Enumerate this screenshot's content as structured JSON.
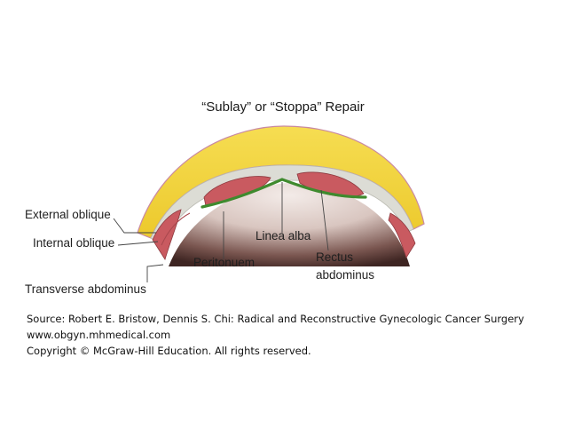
{
  "title": "“Sublay” or “Stoppa” Repair",
  "labels": {
    "external_oblique": "External oblique",
    "internal_oblique": "Internal oblique",
    "transverse_abdominus": "Transverse abdominus",
    "linea_alba": "Linea alba",
    "peritonuem": "Peritonuem",
    "rectus_line1": "Rectus",
    "rectus_line2": "abdominus"
  },
  "source": {
    "line1": "Source: Robert E. Bristow, Dennis S. Chi: Radical and Reconstructive Gynecologic Cancer Surgery",
    "line2": "www.obgyn.mhmedical.com",
    "line3": "Copyright © McGraw-Hill Education.  All rights reserved."
  },
  "colors": {
    "fat": "#f1d33b",
    "skin_edge": "#c98aa2",
    "fascia": "#d8d8d2",
    "muscle": "#c95a60",
    "mesh": "#3f8a2e",
    "cavity_dark": "#4a2f2c",
    "cavity_light": "#e8dcd8"
  }
}
